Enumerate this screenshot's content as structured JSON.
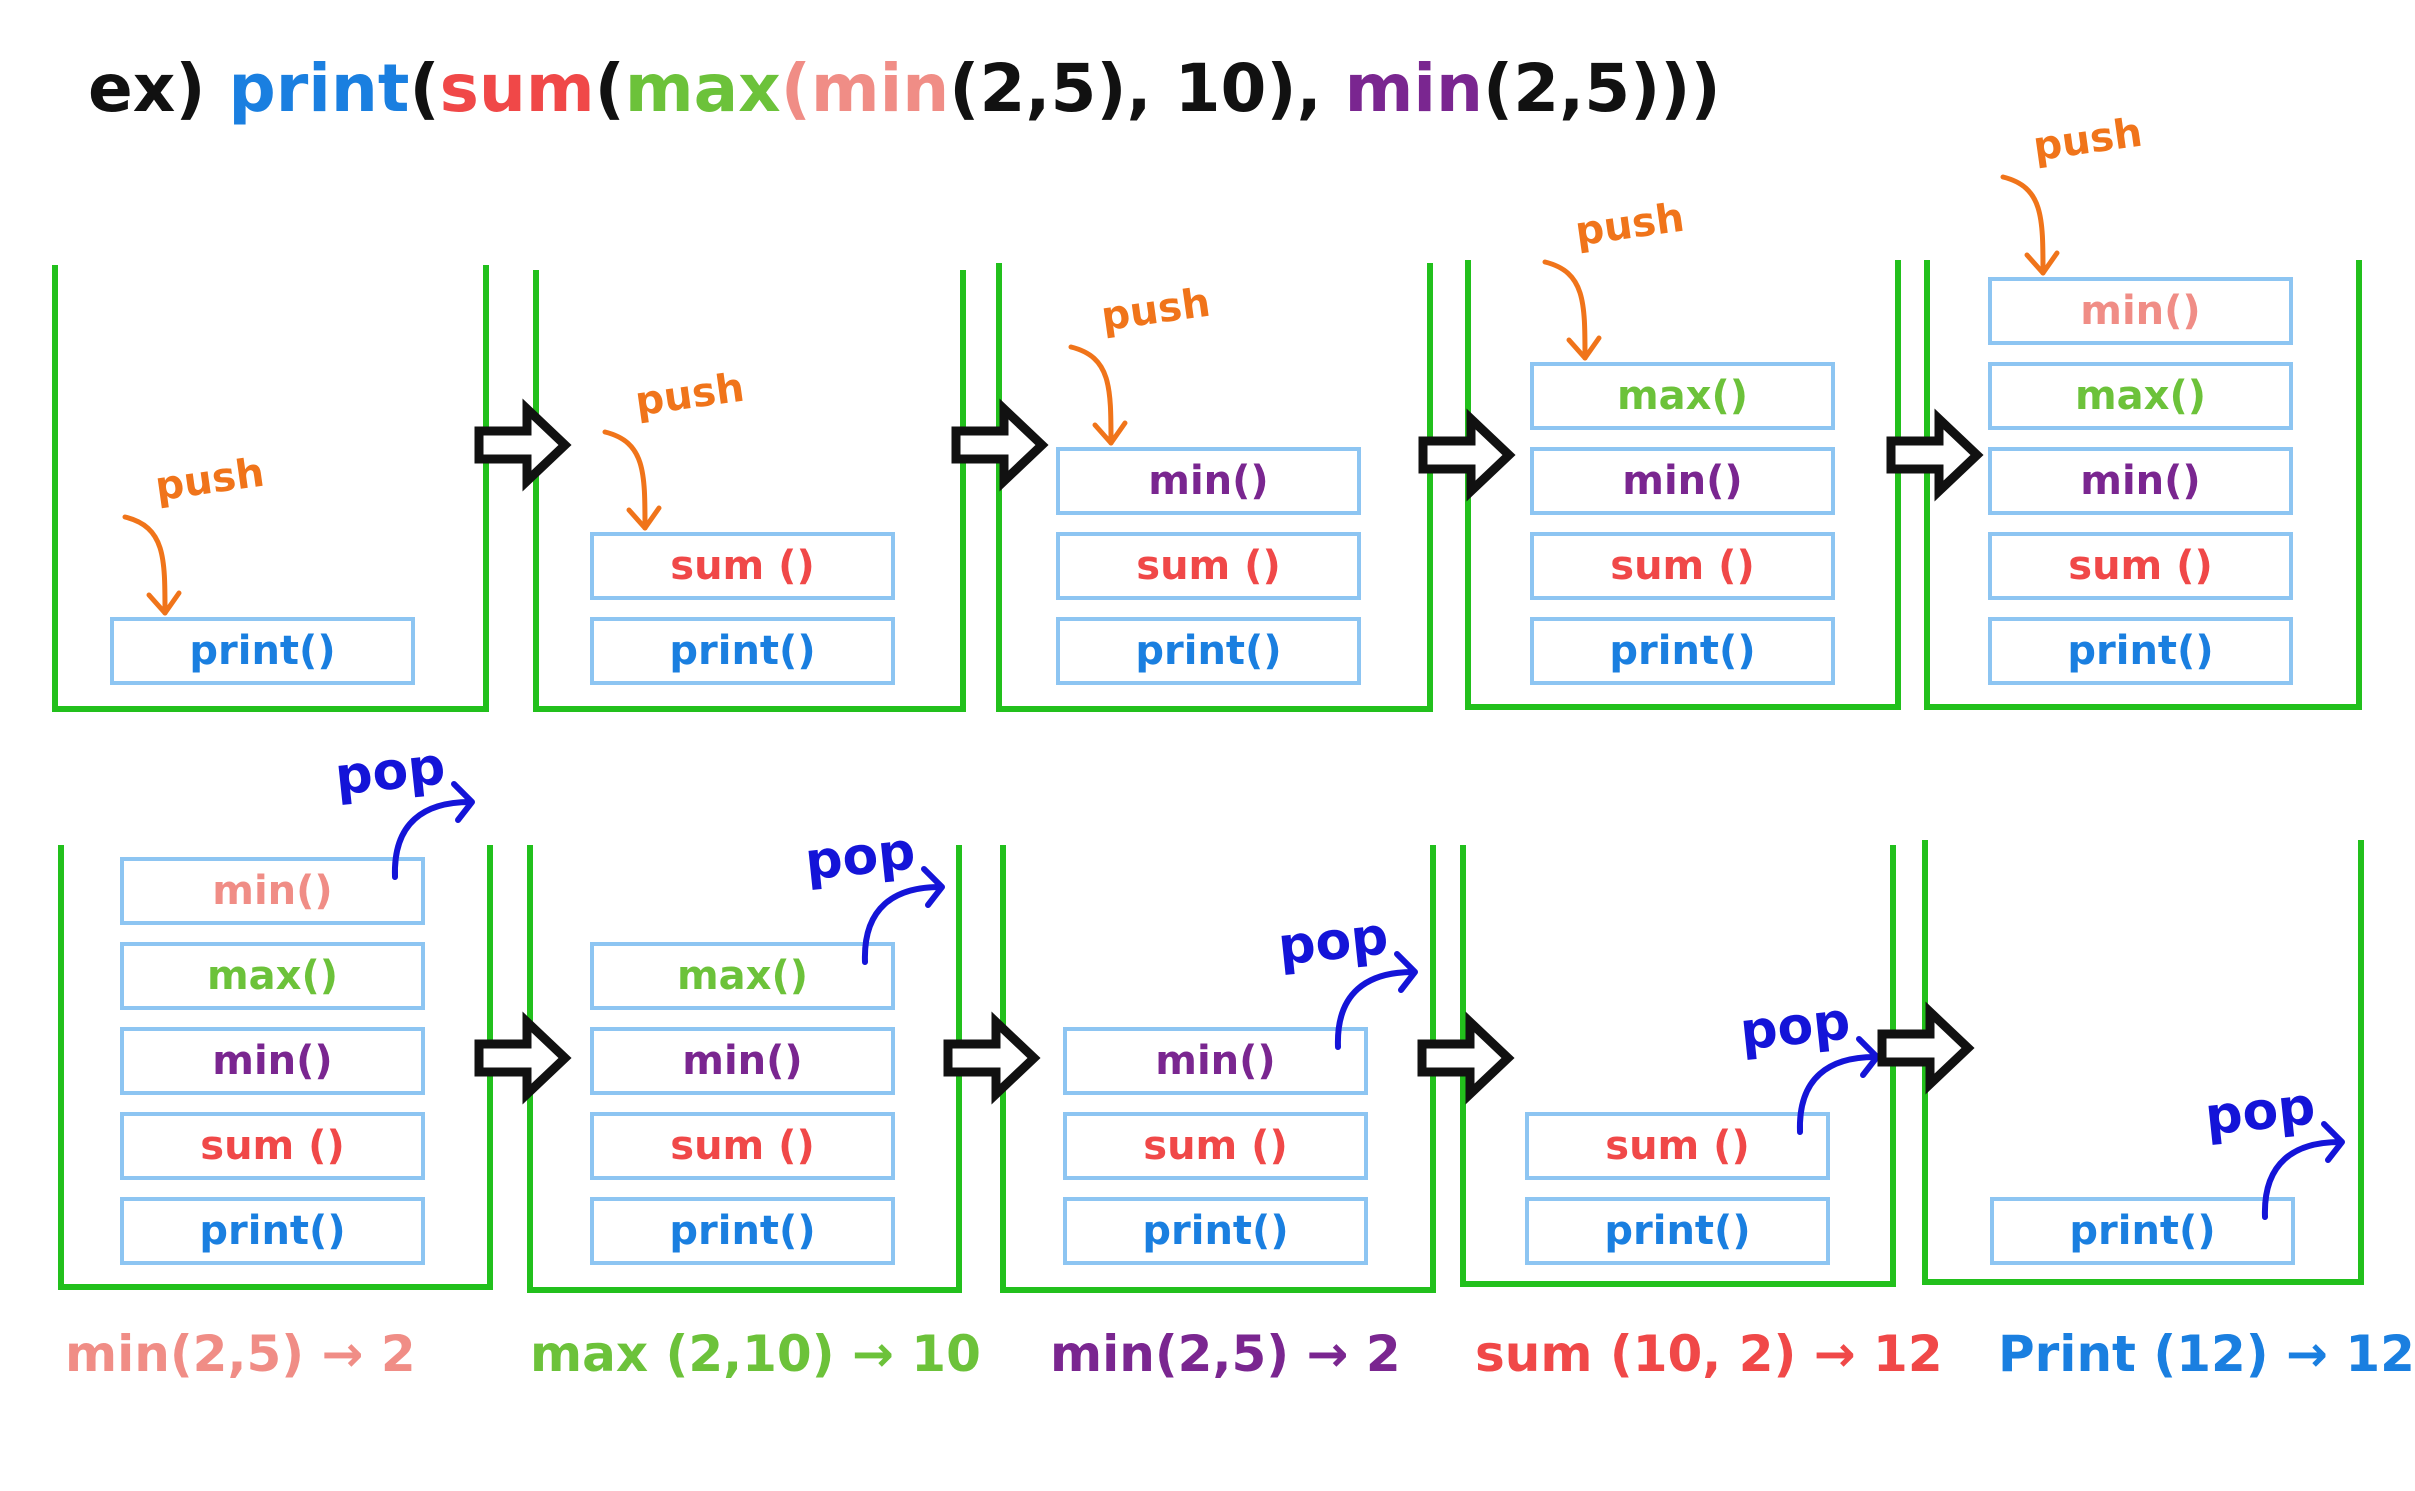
{
  "title": {
    "prefix": "ex)",
    "parts": [
      {
        "text": "print",
        "color": "#1a7fe0"
      },
      {
        "text": "(",
        "color": "#111111"
      },
      {
        "text": "sum",
        "color": "#f04848"
      },
      {
        "text": "(",
        "color": "#111111"
      },
      {
        "text": "max",
        "color": "#6cc23a"
      },
      {
        "text": "(",
        "color": "#f08d86"
      },
      {
        "text": "min",
        "color": "#f08d86"
      },
      {
        "text": "(2,5), 10), ",
        "color": "#111111"
      },
      {
        "text": "min",
        "color": "#7a2690"
      },
      {
        "text": "(2,5)))",
        "color": "#111111"
      }
    ]
  },
  "labels": {
    "push": "push",
    "pop": "pop"
  },
  "colors": {
    "print": "#1a7fe0",
    "sum": "#f04848",
    "max": "#6cc23a",
    "min_inner": "#f08d86",
    "min_outer": "#7a2690",
    "stack_border": "#22c01c",
    "box_border": "#8dc5f2",
    "push": "#f0741a",
    "pop": "#1414d8",
    "step_arrow": "#111111"
  },
  "push_row": [
    {
      "stack": [
        "print()"
      ]
    },
    {
      "stack": [
        "print()",
        "sum ()"
      ]
    },
    {
      "stack": [
        "print()",
        "sum ()",
        "min()"
      ]
    },
    {
      "stack": [
        "print()",
        "sum ()",
        "min()",
        "max()"
      ]
    },
    {
      "stack": [
        "print()",
        "sum ()",
        "min()",
        "max()",
        "min()"
      ]
    }
  ],
  "pop_row": [
    {
      "stack": [
        "print()",
        "sum ()",
        "min()",
        "max()",
        "min()"
      ],
      "result": "min(2,5) → 2"
    },
    {
      "stack": [
        "print()",
        "sum ()",
        "min()",
        "max()"
      ],
      "result": "max (2,10) → 10"
    },
    {
      "stack": [
        "print()",
        "sum ()",
        "min()"
      ],
      "result": "min(2,5) → 2"
    },
    {
      "stack": [
        "print()",
        "sum ()"
      ],
      "result": "sum (10, 2) → 12"
    },
    {
      "stack": [
        "print()"
      ],
      "result": "Print (12) → 12"
    }
  ]
}
